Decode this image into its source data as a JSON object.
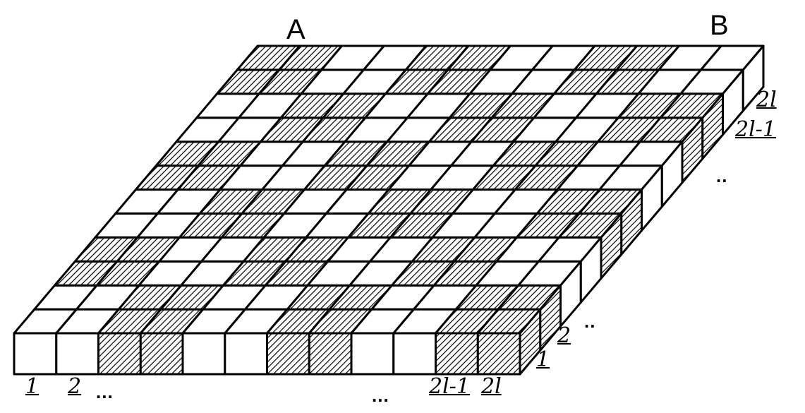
{
  "corner_labels": {
    "left": "A",
    "right": "B"
  },
  "front_edge_labels": {
    "first": "1",
    "second": "2",
    "ellipsis_left": "...",
    "ellipsis_right": "...",
    "second_last": "2l-1",
    "last": "2l"
  },
  "side_edge_labels": {
    "first": "1",
    "second": "2",
    "ellipsis_low": "..",
    "ellipsis_high": "..",
    "second_last": "2l-1",
    "last": "2l"
  },
  "grid": {
    "columns": 12,
    "rows": 12
  },
  "colors": {
    "ink": "#000000",
    "paper": "#ffffff"
  }
}
